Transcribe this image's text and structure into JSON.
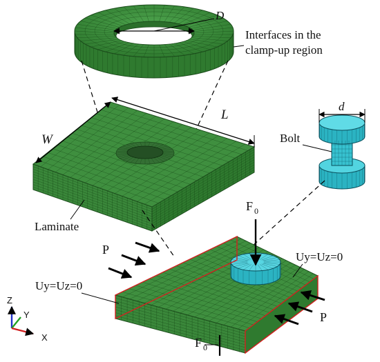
{
  "labels": {
    "D": "D",
    "interfaces_line1": "Interfaces in the",
    "interfaces_line2": "clamp-up region",
    "L": "L",
    "W": "W",
    "d": "d",
    "bolt": "Bolt",
    "laminate": "Laminate",
    "F0_top_main": "F",
    "F0_top_sub": "0",
    "F0_bottom_main": "F",
    "F0_bottom_sub": "0",
    "P_left": "P",
    "P_right": "P",
    "bc_left": "Uy=Uz=0",
    "bc_right": "Uy=Uz=0"
  },
  "axes": {
    "z": "Z",
    "y": "Y",
    "x": "X"
  },
  "colors": {
    "laminate_green": "#3f8f3f",
    "laminate_dark": "#2a6b2a",
    "bolt_cyan": "#3cc8d6",
    "boundary_red": "#d42020",
    "arrow_black": "#000000"
  },
  "icons": [
    "axis-triad-icon"
  ]
}
